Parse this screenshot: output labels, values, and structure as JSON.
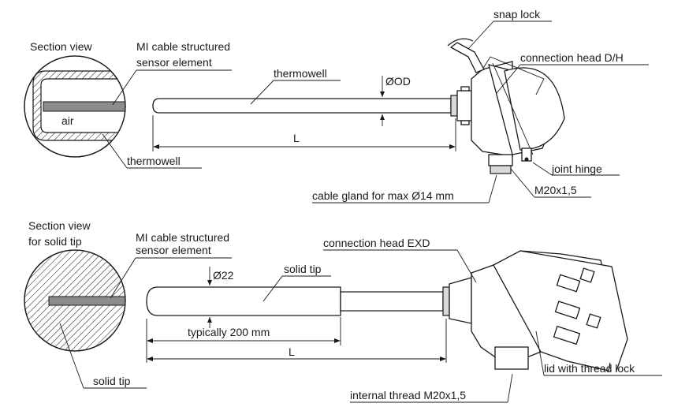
{
  "top": {
    "section_view": "Section view",
    "sensor_label_1": "MI cable structured",
    "sensor_label_2": "sensor element",
    "air": "air",
    "thermowell_section": "thermowell",
    "thermowell": "thermowell",
    "od": "ØOD",
    "length": "L",
    "snap_lock": "snap lock",
    "connection_head": "connection head D/H",
    "joint_hinge": "joint hinge",
    "thread": "M20x1,5",
    "cable_gland": "cable gland for max Ø14 mm"
  },
  "bottom": {
    "section_view_1": "Section view",
    "section_view_2": "for solid tip",
    "sensor_label_1": "MI cable structured",
    "sensor_label_2": "sensor element",
    "solid_tip_section": "solid tip",
    "diameter": "Ø22",
    "solid_tip": "solid tip",
    "typical_length": "typically 200 mm",
    "length": "L",
    "connection_head": "connection head EXD",
    "lid": "lid with thread lock",
    "internal_thread": "internal thread M20x1,5"
  }
}
